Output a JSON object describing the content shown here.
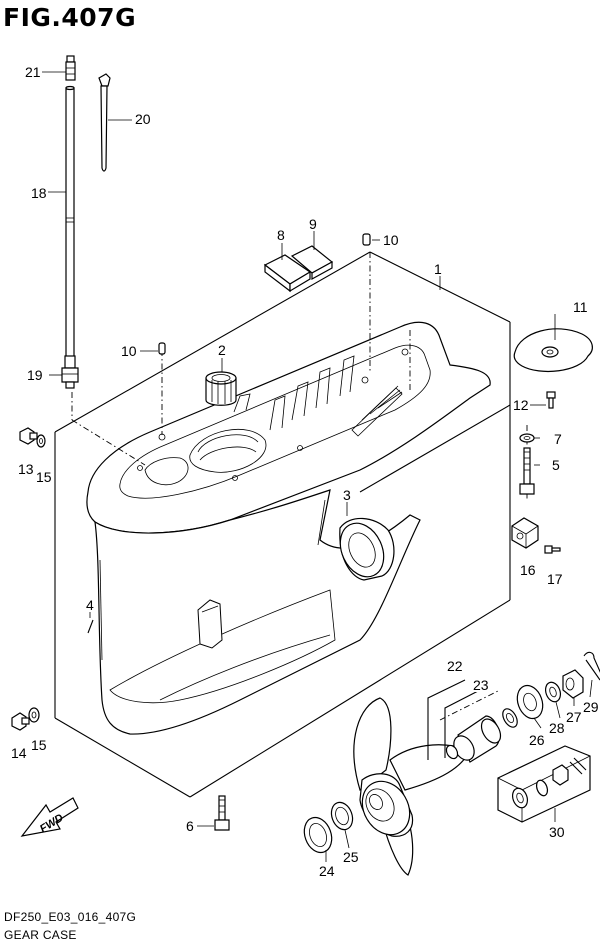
{
  "figure": {
    "title": "FIG.407G",
    "code": "DF250_E03_016_407G",
    "name": "GEAR CASE"
  },
  "fwd_label": "FWD",
  "callouts": {
    "c1": "1",
    "c2": "2",
    "c3": "3",
    "c4": "4",
    "c5": "5",
    "c6": "6",
    "c7": "7",
    "c8": "8",
    "c9": "9",
    "c10a": "10",
    "c10b": "10",
    "c11": "11",
    "c12": "12",
    "c13": "13",
    "c14": "14",
    "c15a": "15",
    "c15b": "15",
    "c16": "16",
    "c17": "17",
    "c18": "18",
    "c19": "19",
    "c20": "20",
    "c21": "21",
    "c22": "22",
    "c23": "23",
    "c24": "24",
    "c25": "25",
    "c26": "26",
    "c27": "27",
    "c28": "28",
    "c29": "29",
    "c30": "30"
  }
}
